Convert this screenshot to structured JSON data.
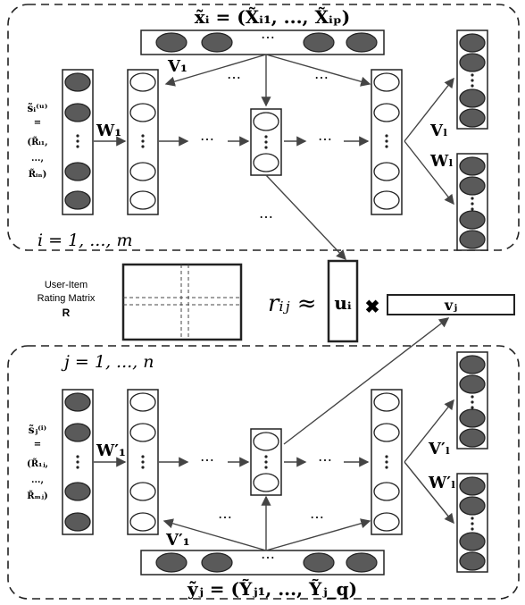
{
  "top_panel": {
    "x_tilde_label": "x̃ᵢ = (X̃ᵢ₁, ..., X̃ᵢₚ)",
    "s_tilde_label": {
      "line1": "s̃ᵢ⁽ᵘ⁾",
      "line2": "=",
      "line3": "(R̃ᵢ₁,",
      "line4": "...,",
      "line5": "R̃ᵢₙ)"
    },
    "w1": "W₁",
    "v1": "V₁",
    "vL": "Vₗ",
    "wL": "Wₗ",
    "index": "i = 1, ..., m",
    "ellipsis": "⋯"
  },
  "middle": {
    "matrix_title_line1": "User-Item",
    "matrix_title_line2": "Rating Matrix",
    "matrix_symbol": "R",
    "rij_approx": "rᵢⱼ ≈",
    "ui": "uᵢ",
    "times": "✖",
    "vj": "vⱼ"
  },
  "bottom_panel": {
    "index": "j = 1, ..., n",
    "s_tilde_label": {
      "line1": "s̃ⱼ⁽ⁱ⁾",
      "line2": "=",
      "line3": "(R̃₁ⱼ,",
      "line4": "...,",
      "line5": "R̃ₘⱼ)"
    },
    "w1p": "W′₁",
    "v1p": "V′₁",
    "vLp": "V′ₗ",
    "wLp": "W′ₗ",
    "y_tilde_label": "ỹⱼ = (Ỹⱼ₁, ..., Ỹⱼ_q)",
    "ellipsis": "⋯"
  },
  "colors": {
    "filled_node": "#5a5a5a",
    "line": "#222222",
    "arrow": "#444444"
  }
}
